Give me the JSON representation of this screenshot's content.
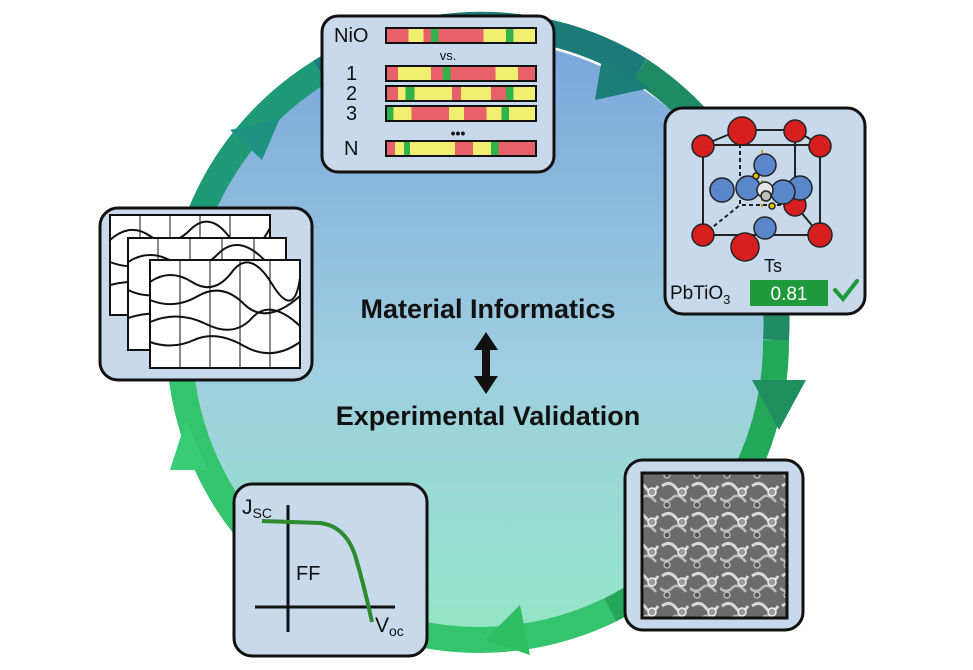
{
  "center": {
    "top": "Material Informatics",
    "bottom": "Experimental Validation"
  },
  "compare_panel": {
    "reference": "NiO",
    "vs": "vs.",
    "rows": [
      "1",
      "2",
      "3",
      "N"
    ],
    "ellipsis": "•••"
  },
  "structure_panel": {
    "metric_label": "Ts",
    "formula_prefix": "PbTiO",
    "formula_subscript": "3",
    "score": "0.81"
  },
  "jv_panel": {
    "jsc_main": "J",
    "jsc_sub": "SC",
    "ff": "FF",
    "voc_main": "V",
    "voc_sub": "oc"
  },
  "colors": {
    "circle_top": "#7fa8d9",
    "circle_bottom": "#8fe0c8",
    "arrow_dark": "#1d7f6a",
    "arrow_light": "#37d07a",
    "panel_bg": "#c6d8ea",
    "bar_red": "#e8606a",
    "bar_yellow": "#f2ee70",
    "bar_green": "#2fb34a",
    "atom_red": "#e02020",
    "atom_blue": "#5a86cc",
    "score_green": "#1f9a3a",
    "curve_green": "#2e8b2e"
  },
  "icons": [
    "up-down-arrow-icon",
    "checkmark-icon"
  ]
}
